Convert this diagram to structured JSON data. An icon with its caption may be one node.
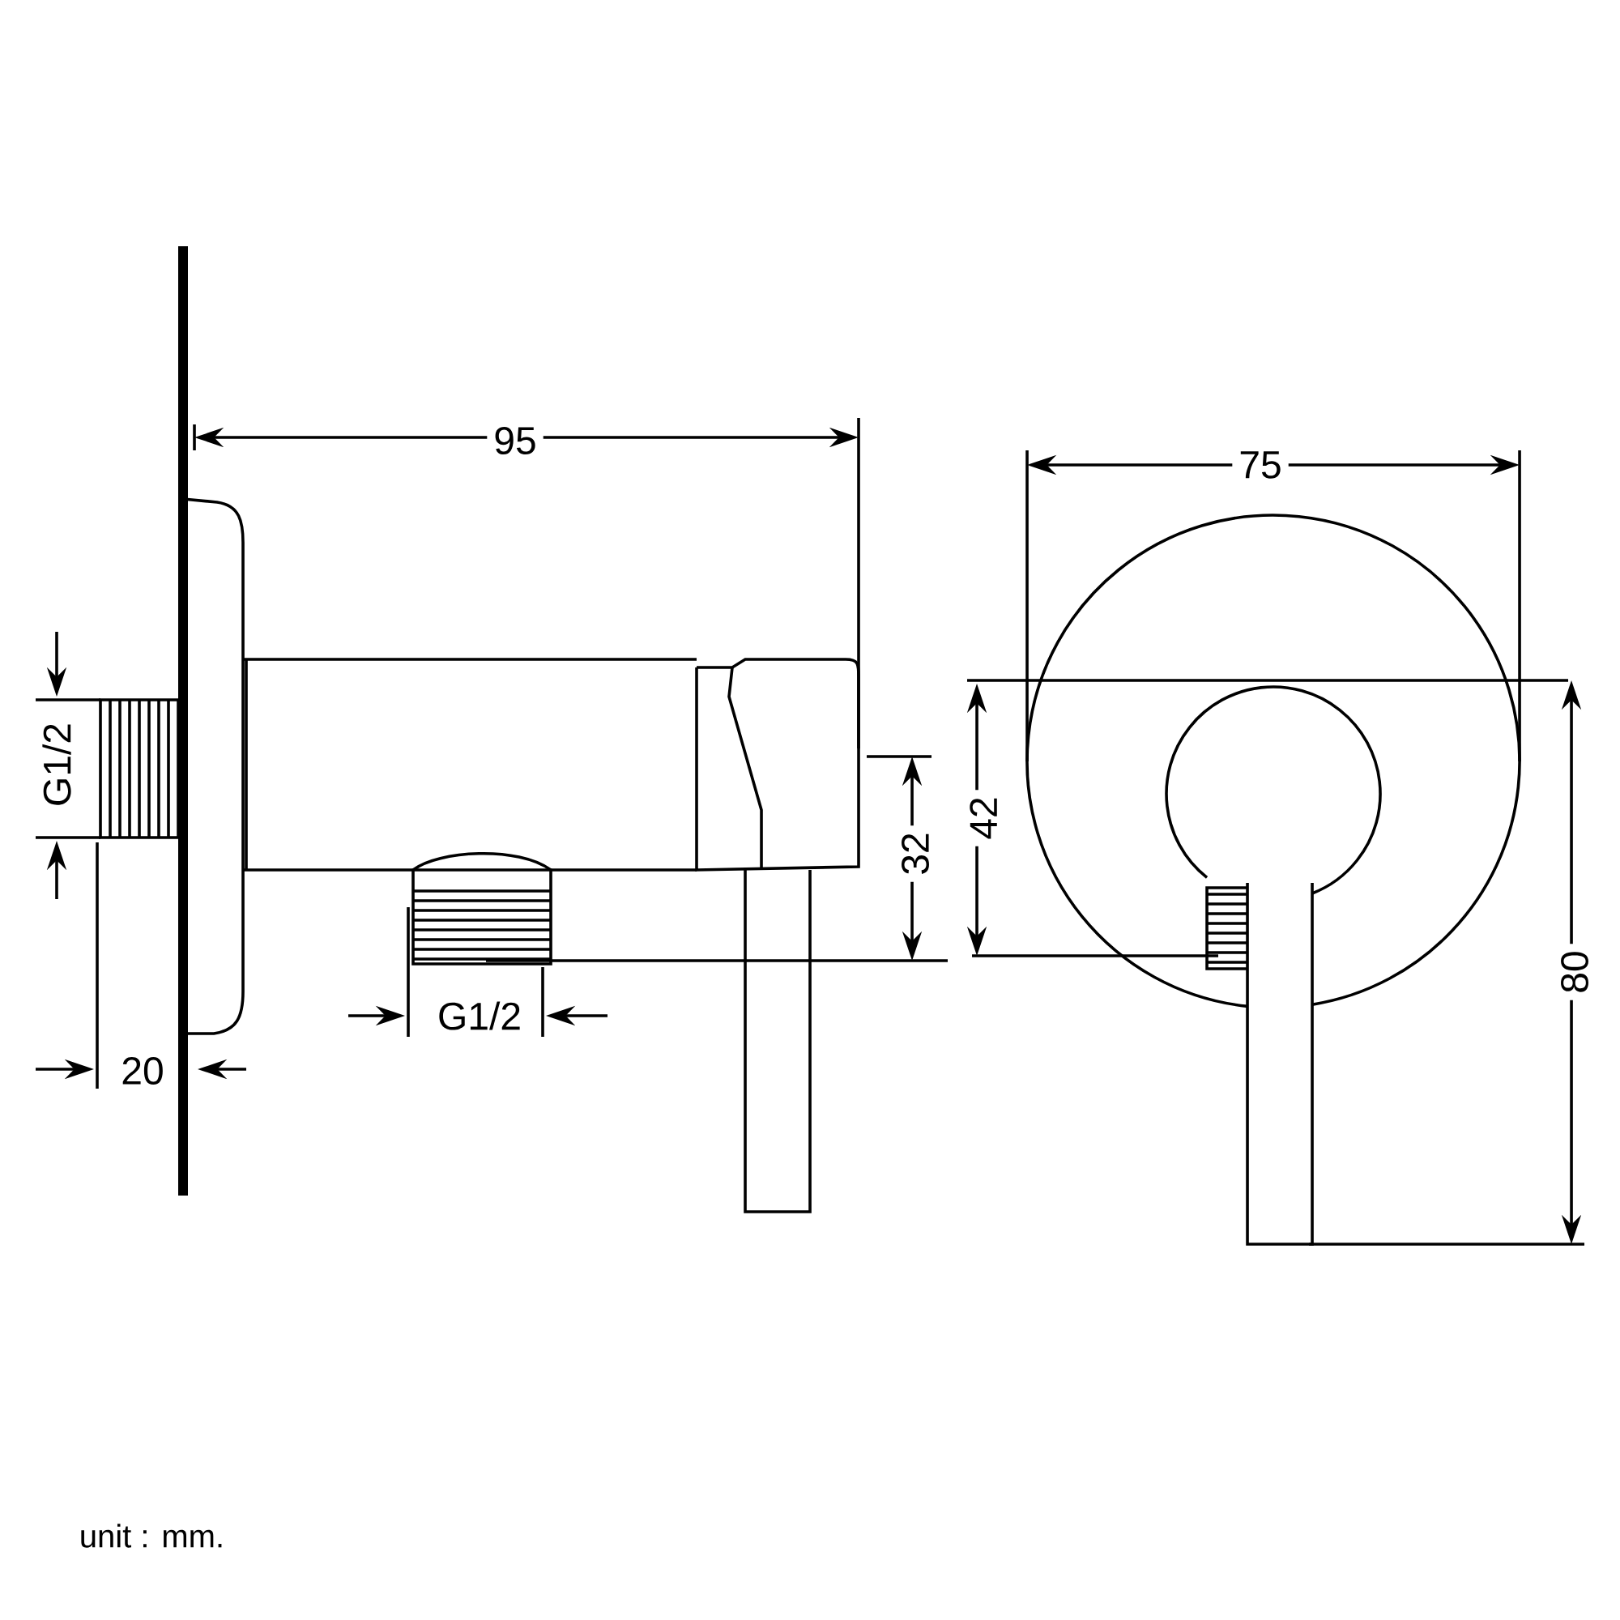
{
  "diagram": {
    "labels": [
      "95",
      "75",
      "G1/2",
      "42",
      "32",
      "80",
      "G1/2",
      "20",
      "unit : mm."
    ]
  }
}
